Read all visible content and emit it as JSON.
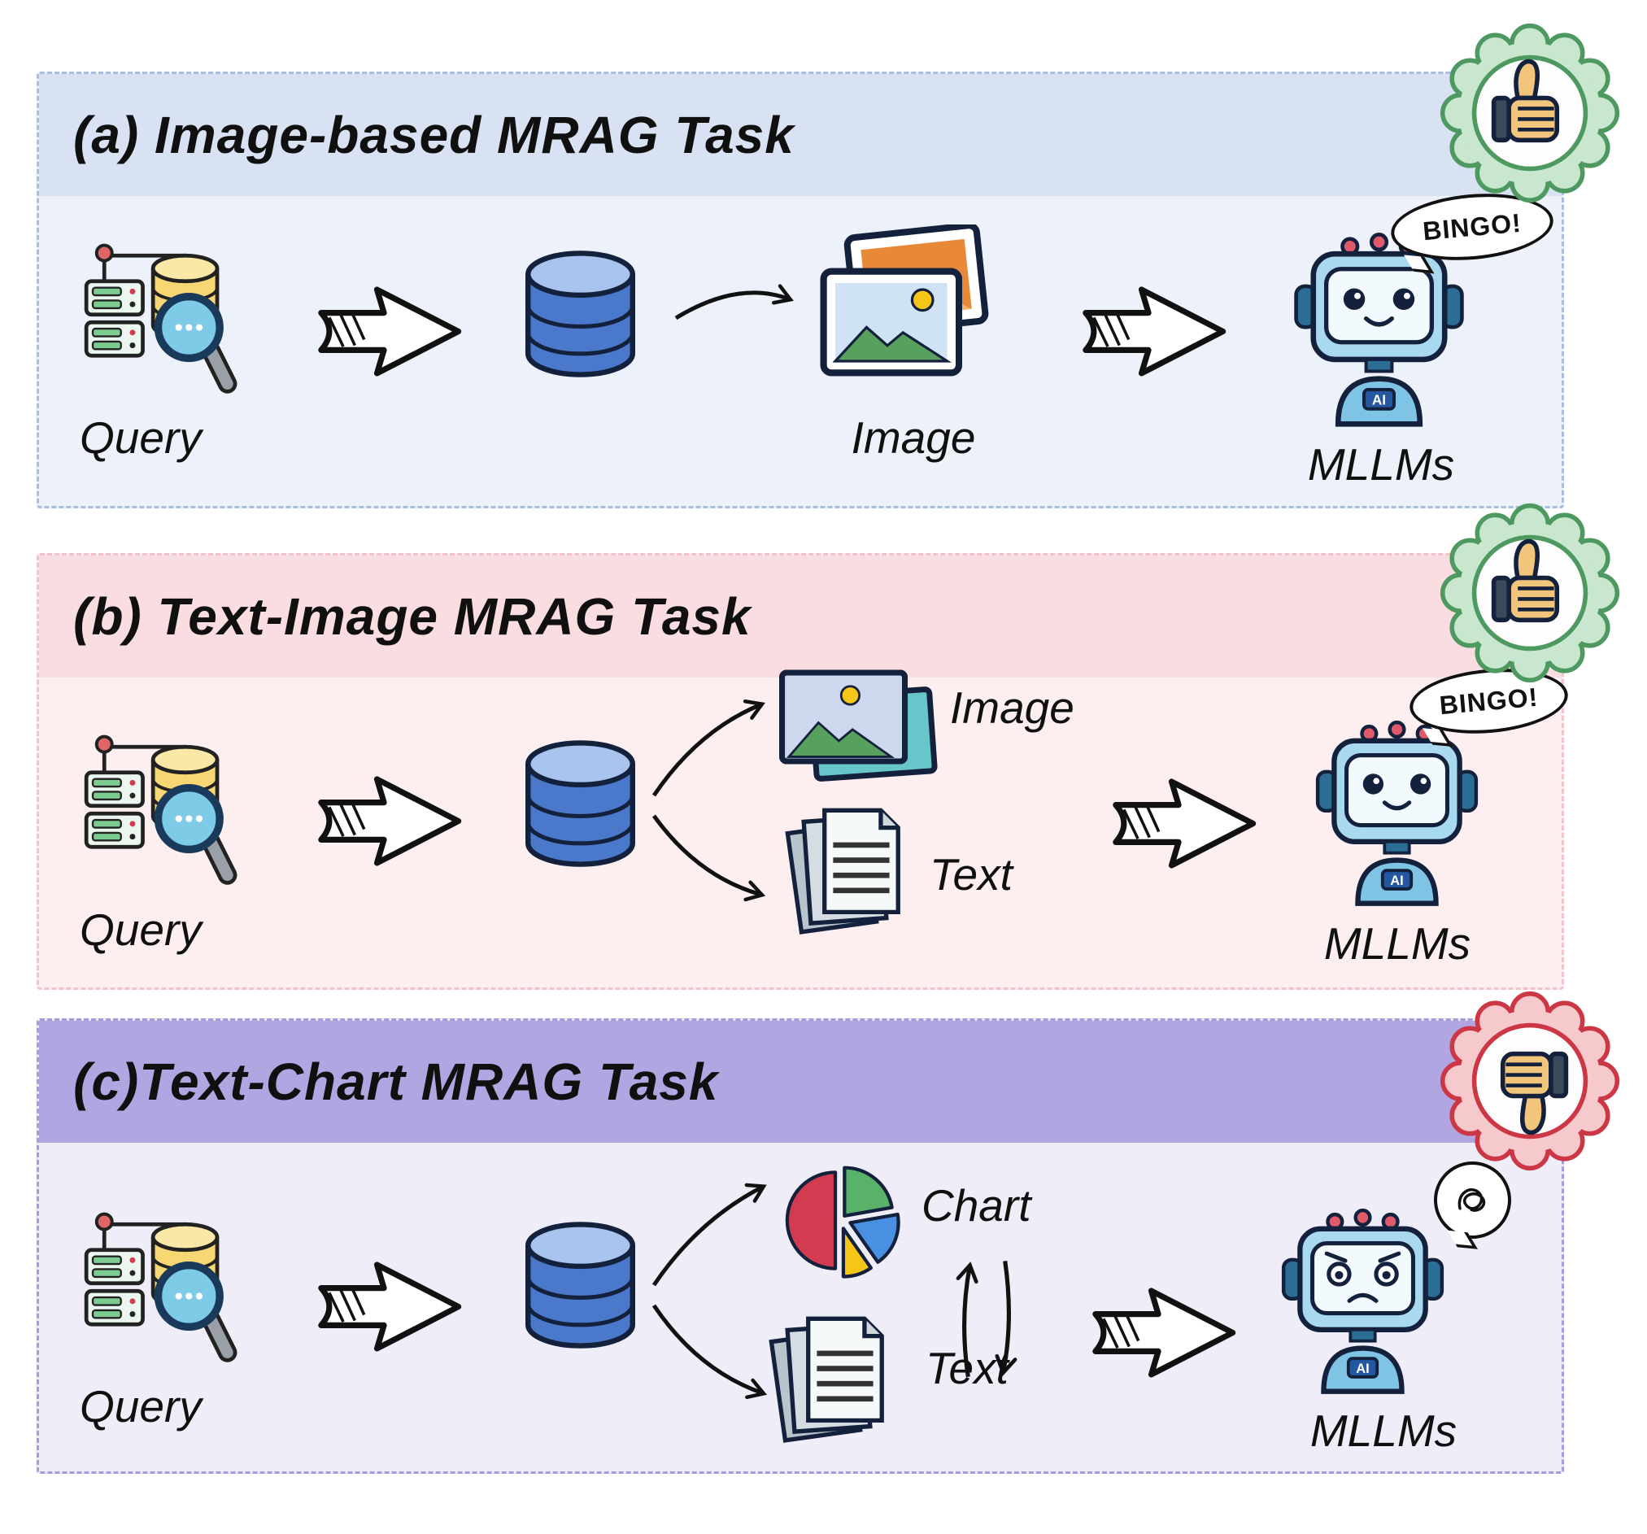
{
  "panels": [
    {
      "title": "(a) Image-based MRAG Task",
      "badge": "thumbs-up",
      "bubble": "BINGO!",
      "labels": {
        "query": "Query",
        "image": "Image",
        "mllms": "MLLMs"
      }
    },
    {
      "title": "(b) Text-Image MRAG Task",
      "badge": "thumbs-up",
      "bubble": "BINGO!",
      "labels": {
        "query": "Query",
        "image": "Image",
        "text": "Text",
        "mllms": "MLLMs"
      }
    },
    {
      "title": "(c)Text-Chart MRAG Task",
      "badge": "thumbs-down",
      "bubble_icon": "confused-scribble-icon",
      "labels": {
        "query": "Query",
        "chart": "Chart",
        "text": "Text",
        "mllms": "MLLMs"
      }
    }
  ],
  "robot": {
    "ai_label": "AI"
  },
  "colors": {
    "panel_a_header": "#d8e2f2",
    "panel_a_body": "#edf1f9",
    "panel_a_border": "#a9bedd",
    "panel_b_header": "#fadde0",
    "panel_b_body": "#fdeff0",
    "panel_b_border": "#f3c3ca",
    "panel_c_header": "#b2a6e2",
    "panel_c_body": "#efeef8",
    "panel_c_border": "#a89bdd",
    "badge_up_green": "#4e9960",
    "badge_down_red": "#cc3746",
    "database_blue": "#4a79cc",
    "query_db_yellow": "#f7d774"
  }
}
